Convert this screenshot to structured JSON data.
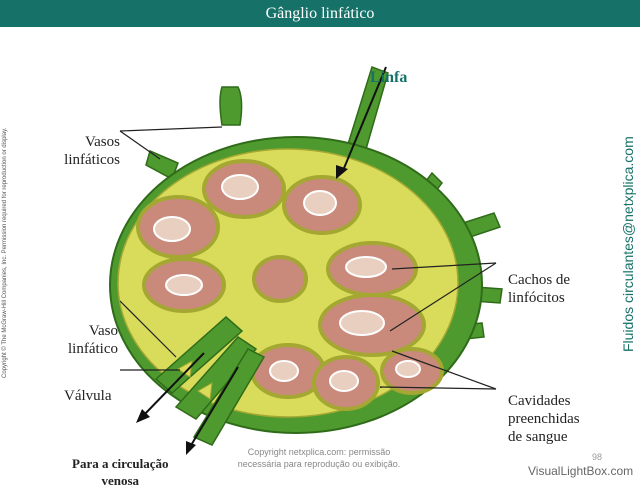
{
  "title": "Gânglio linfático",
  "labels": {
    "linfa": "Linfa",
    "vasos_line1": "Vasos",
    "vasos_line2": "linfáticos",
    "vaso_line1": "Vaso",
    "vaso_line2": "linfático",
    "valvula": "Válvula",
    "circ_line1": "Para a circulação",
    "circ_line2": "venosa",
    "cachos_line1": "Cachos de",
    "cachos_line2": "linfócitos",
    "cavidades_line1": "Cavidades",
    "cavidades_line2": "preenchidas",
    "cavidades_line3": "de sangue"
  },
  "copyright": "Copyright © The McGraw-Hill Companies, Inc. Permission required for reproduction or display.",
  "brand": "Fluidos circulantes@netxplica.com",
  "permission_line1": "Copyright netxplica.com: permissão",
  "permission_line2": "necessária para reprodução ou exibição.",
  "page_number": "98",
  "watermark": "VisualLightBox.com",
  "colors": {
    "title_bg": "#167269",
    "capsule": "#4f9a2e",
    "trabecula": "#d8dc5a",
    "sinus": "#c98a7c",
    "nodule": "#e8cfc0"
  }
}
